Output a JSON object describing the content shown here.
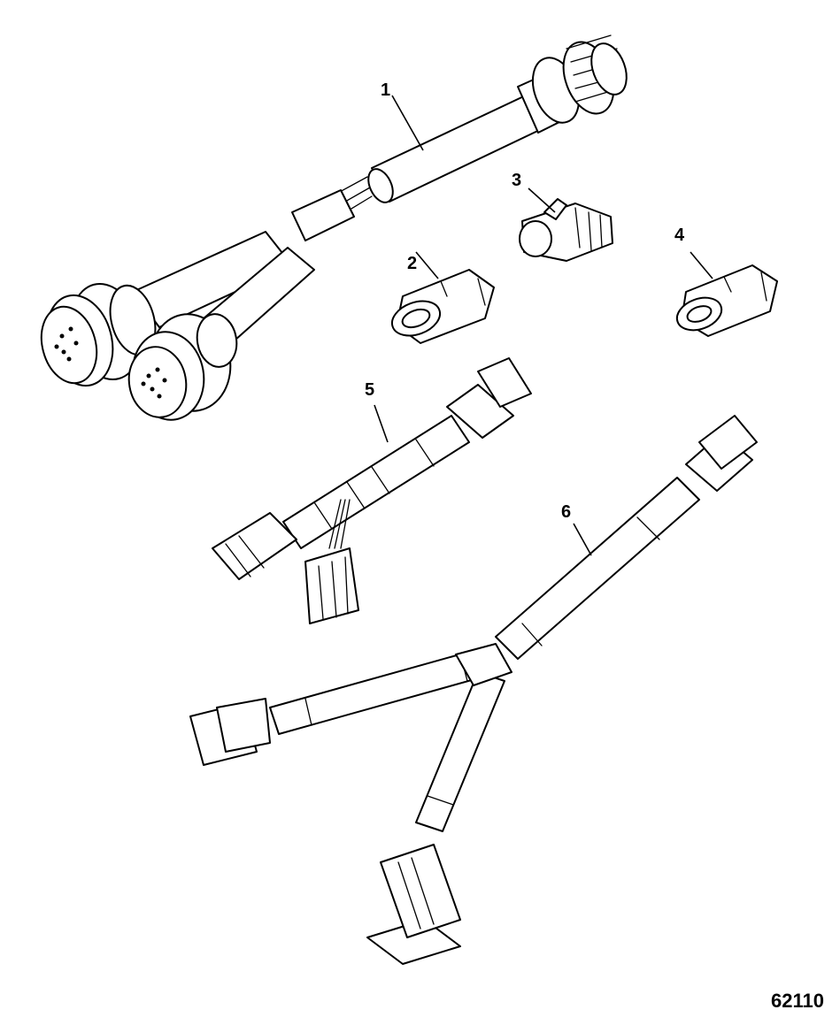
{
  "callouts": {
    "c1": "1",
    "c2": "2",
    "c3": "3",
    "c4": "4",
    "c5": "5",
    "c6": "6"
  },
  "figure_id": "62110"
}
